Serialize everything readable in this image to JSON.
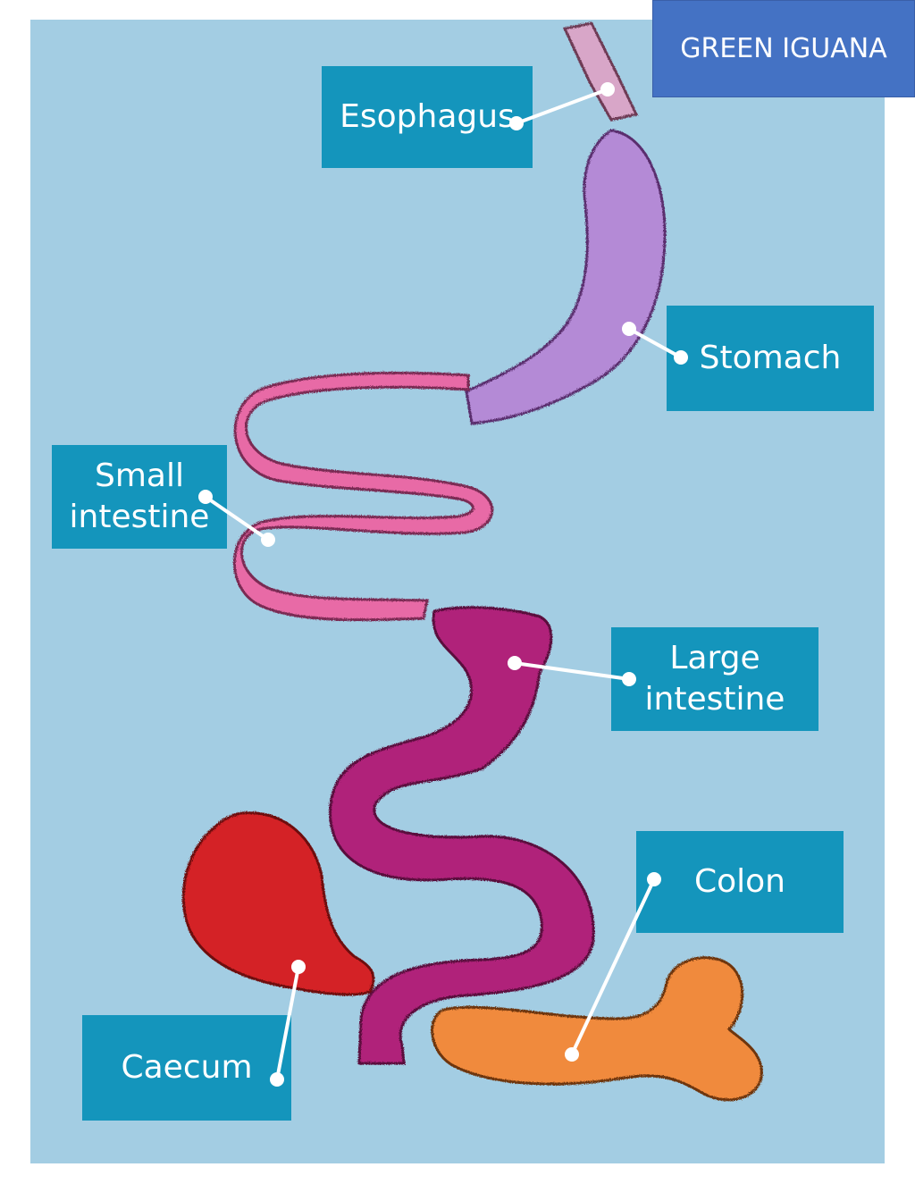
{
  "title": "GREEN IGUANA",
  "labels": {
    "esophagus": "Esophagus",
    "stomach": "Stomach",
    "small_intestine": [
      "Small",
      "intestine"
    ],
    "large_intestine": [
      "Large",
      "intestine"
    ],
    "colon": "Colon",
    "caecum": "Caecum"
  },
  "colors": {
    "felt_background": "#a3cde3",
    "label_card": "#1495bc",
    "title_box": "#4472c4",
    "esophagus": "#d8a6c8",
    "stomach": "#b48ad6",
    "small_intestine": "#e86aa6",
    "large_intestine": "#b0247a",
    "caecum": "#d42227",
    "colon": "#f08a3c"
  }
}
